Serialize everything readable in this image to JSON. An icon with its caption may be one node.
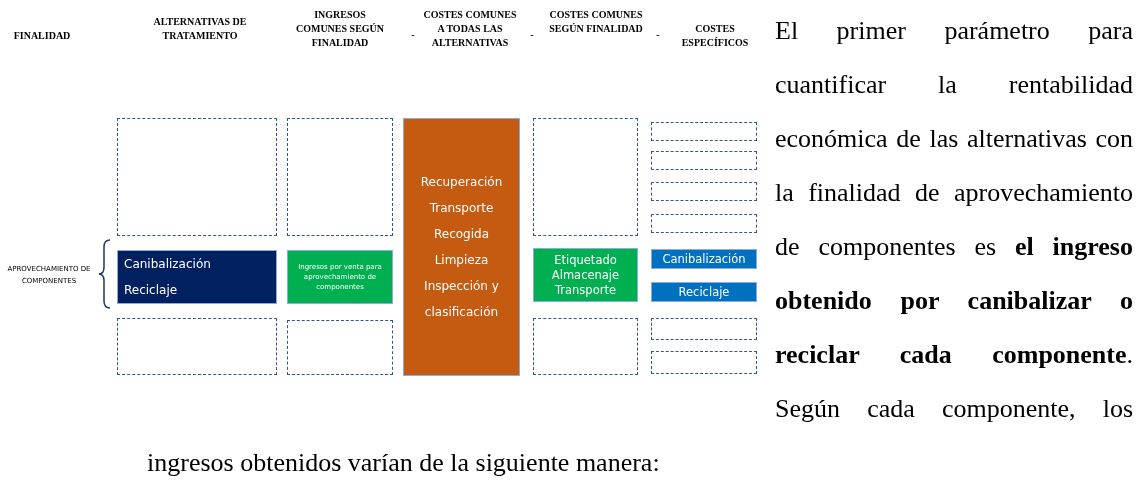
{
  "diagram": {
    "nodes": [
      {
        "text": [],
        "shape": "box"
      },
      {
        "text": [],
        "shape": "box"
      },
      {
        "text": [
          "Recuperación",
          "Transporte",
          "Recogida",
          "Limpieza",
          "Inspección y clasificación"
        ]
      },
      {
        "text": [],
        "shape": "box"
      },
      {
        "text": [],
        "shape": "box"
      },
      {
        "text": [],
        "shape": "box"
      },
      {
        "text": [],
        "shape": "box"
      },
      {
        "text": [],
        "shape": "box"
      },
      {
        "text": [
          "Canibalización",
          "Reciclaje"
        ]
      },
      {
        "text": [
          "Ingresos por venta para aprovechamiento de componentes"
        ]
      },
      {
        "text": [
          "Etiquetado",
          "Almacenaje",
          "Transporte"
        ]
      },
      {
        "text": [
          "Canibalización"
        ]
      },
      {
        "text": [
          "Reciclaje"
        ]
      },
      {
        "text": [],
        "shape": "box"
      },
      {
        "text": [],
        "shape": "box"
      },
      {
        "text": [],
        "shape": "box"
      },
      {
        "text": [],
        "shape": "box"
      },
      {
        "text": [],
        "shape": "box"
      }
    ],
    "labels": [
      "FINALIDAD",
      "ALTERNATIVAS DE TRATAMIENTO",
      "INGRESOS COMUNES SEGÚN FINALIDAD",
      "-",
      "COSTES COMUNES A TODAS LAS ALTERNATIVAS",
      "-",
      "COSTES COMUNES SEGÚN FINALIDAD",
      "-",
      "COSTES ESPECÍFICOS",
      "APROVECHAMIENTO DE COMPONENTES",
      "El primer parámetro para cuantificar la rentabilidad económica de las alternativas con la finalidad de aprovechamiento de componentes es **el ingreso obtenido por canibalizar o reciclar cada componente**. Según cada componente, los ingresos obtenidos varían de la siguiente manera:"
    ]
  }
}
